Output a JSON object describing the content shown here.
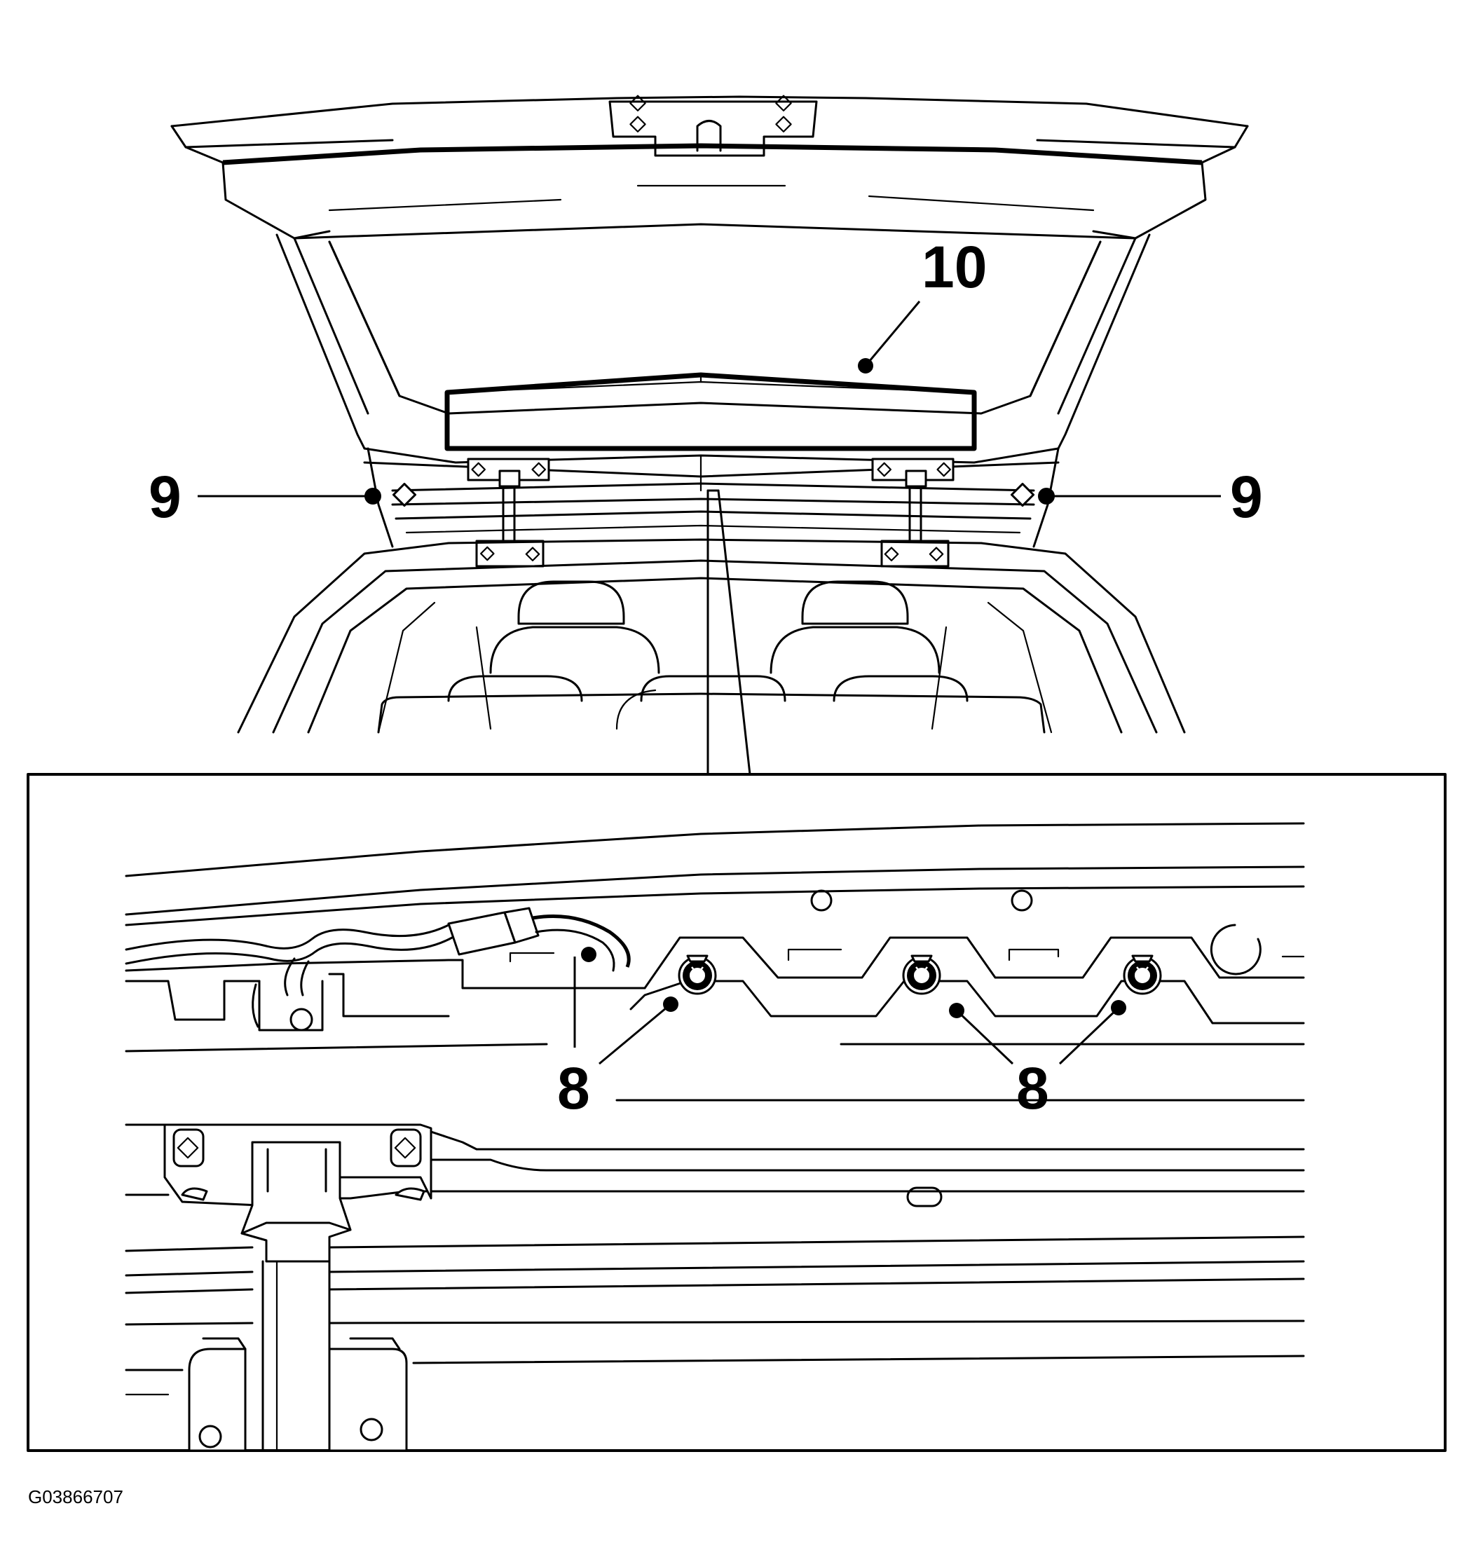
{
  "callouts": {
    "item_10": "10",
    "item_9_left": "9",
    "item_9_right": "9",
    "item_8_left": "8",
    "item_8_right": "8"
  },
  "figure_id": "G03866707"
}
